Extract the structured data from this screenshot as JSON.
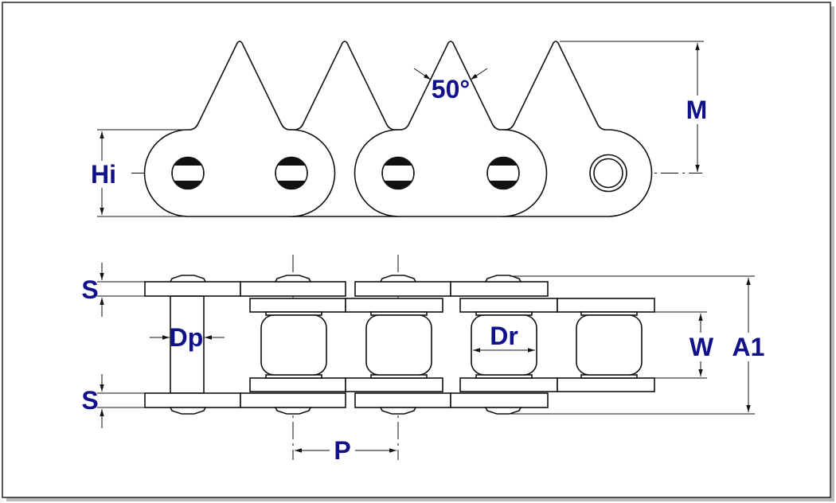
{
  "labels": {
    "angle": "50°",
    "M": "M",
    "Hi": "Hi",
    "S_top": "S",
    "S_bottom": "S",
    "Dp": "Dp",
    "Dr": "Dr",
    "W": "W",
    "A1": "A1",
    "P": "P"
  }
}
